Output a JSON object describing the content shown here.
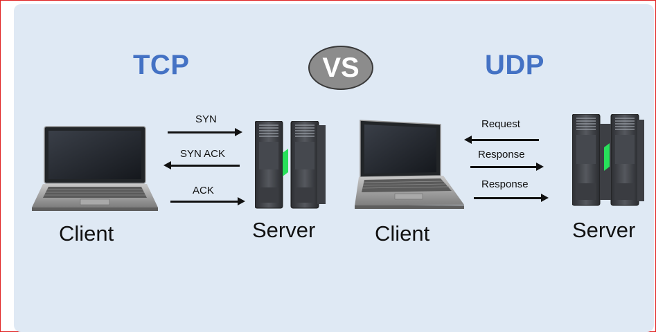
{
  "tcp": {
    "title": "TCP",
    "client_label": "Client",
    "server_label": "Server",
    "arrows": [
      {
        "label": "SYN",
        "direction": "to-server"
      },
      {
        "label": "SYN ACK",
        "direction": "to-client"
      },
      {
        "label": "ACK",
        "direction": "to-server"
      }
    ]
  },
  "vs": {
    "label": "VS"
  },
  "udp": {
    "title": "UDP",
    "client_label": "Client",
    "server_label": "Server",
    "arrows": [
      {
        "label": "Request",
        "direction": "to-client"
      },
      {
        "label": "Response",
        "direction": "to-server"
      },
      {
        "label": "Response",
        "direction": "to-server"
      }
    ]
  },
  "colors": {
    "title": "#4472c4",
    "panel": "#dfe9f4",
    "frame": "#e02020",
    "server_led": "#27e05a"
  }
}
